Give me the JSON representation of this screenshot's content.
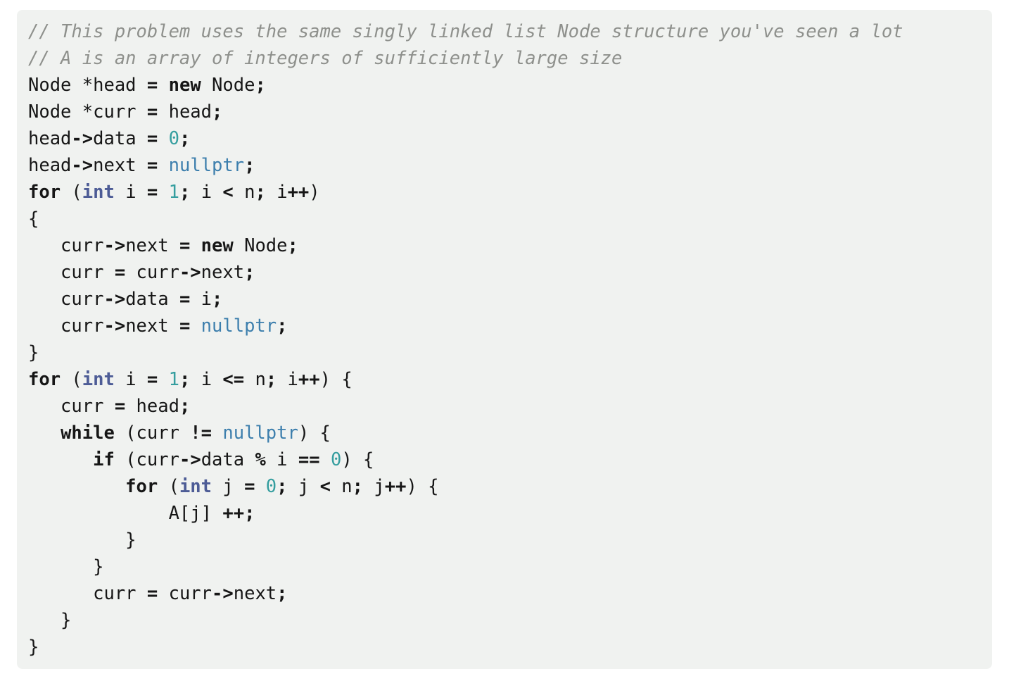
{
  "page": {
    "background": "#ffffff"
  },
  "code_block": {
    "background": "#f0f2f0",
    "text_color": "#161616",
    "token_colors": {
      "plain": "#161616",
      "comment": "#8e908c",
      "keyword": "#161616",
      "type": "#4d5c96",
      "constant": "#3d7fad",
      "number": "#359e9f",
      "operator": "#161616"
    },
    "lines": [
      [
        {
          "c": "co",
          "t": "// This problem uses the same singly linked list Node structure you've seen a lot"
        }
      ],
      [
        {
          "c": "co",
          "t": "// A is an array of integers of sufficiently large size"
        }
      ],
      [
        {
          "c": "pl",
          "t": "Node *head "
        },
        {
          "c": "op",
          "t": "="
        },
        {
          "c": "pl",
          "t": " "
        },
        {
          "c": "kw",
          "t": "new"
        },
        {
          "c": "pl",
          "t": " Node"
        },
        {
          "c": "op",
          "t": ";"
        }
      ],
      [
        {
          "c": "pl",
          "t": "Node *curr "
        },
        {
          "c": "op",
          "t": "="
        },
        {
          "c": "pl",
          "t": " head"
        },
        {
          "c": "op",
          "t": ";"
        }
      ],
      [
        {
          "c": "pl",
          "t": "head"
        },
        {
          "c": "op",
          "t": "->"
        },
        {
          "c": "pl",
          "t": "data "
        },
        {
          "c": "op",
          "t": "="
        },
        {
          "c": "pl",
          "t": " "
        },
        {
          "c": "dv",
          "t": "0"
        },
        {
          "c": "op",
          "t": ";"
        }
      ],
      [
        {
          "c": "pl",
          "t": "head"
        },
        {
          "c": "op",
          "t": "->"
        },
        {
          "c": "pl",
          "t": "next "
        },
        {
          "c": "op",
          "t": "="
        },
        {
          "c": "pl",
          "t": " "
        },
        {
          "c": "cn",
          "t": "nullptr"
        },
        {
          "c": "op",
          "t": ";"
        }
      ],
      [
        {
          "c": "kw",
          "t": "for"
        },
        {
          "c": "pl",
          "t": " ("
        },
        {
          "c": "dt",
          "t": "int"
        },
        {
          "c": "pl",
          "t": " i "
        },
        {
          "c": "op",
          "t": "="
        },
        {
          "c": "pl",
          "t": " "
        },
        {
          "c": "dv",
          "t": "1"
        },
        {
          "c": "op",
          "t": ";"
        },
        {
          "c": "pl",
          "t": " i "
        },
        {
          "c": "op",
          "t": "<"
        },
        {
          "c": "pl",
          "t": " n"
        },
        {
          "c": "op",
          "t": ";"
        },
        {
          "c": "pl",
          "t": " i"
        },
        {
          "c": "op",
          "t": "++"
        },
        {
          "c": "pl",
          "t": ")"
        }
      ],
      [
        {
          "c": "pl",
          "t": "{"
        }
      ],
      [
        {
          "c": "pl",
          "t": "   curr"
        },
        {
          "c": "op",
          "t": "->"
        },
        {
          "c": "pl",
          "t": "next "
        },
        {
          "c": "op",
          "t": "="
        },
        {
          "c": "pl",
          "t": " "
        },
        {
          "c": "kw",
          "t": "new"
        },
        {
          "c": "pl",
          "t": " Node"
        },
        {
          "c": "op",
          "t": ";"
        }
      ],
      [
        {
          "c": "pl",
          "t": "   curr "
        },
        {
          "c": "op",
          "t": "="
        },
        {
          "c": "pl",
          "t": " curr"
        },
        {
          "c": "op",
          "t": "->"
        },
        {
          "c": "pl",
          "t": "next"
        },
        {
          "c": "op",
          "t": ";"
        }
      ],
      [
        {
          "c": "pl",
          "t": "   curr"
        },
        {
          "c": "op",
          "t": "->"
        },
        {
          "c": "pl",
          "t": "data "
        },
        {
          "c": "op",
          "t": "="
        },
        {
          "c": "pl",
          "t": " i"
        },
        {
          "c": "op",
          "t": ";"
        }
      ],
      [
        {
          "c": "pl",
          "t": "   curr"
        },
        {
          "c": "op",
          "t": "->"
        },
        {
          "c": "pl",
          "t": "next "
        },
        {
          "c": "op",
          "t": "="
        },
        {
          "c": "pl",
          "t": " "
        },
        {
          "c": "cn",
          "t": "nullptr"
        },
        {
          "c": "op",
          "t": ";"
        }
      ],
      [
        {
          "c": "pl",
          "t": "}"
        }
      ],
      [
        {
          "c": "kw",
          "t": "for"
        },
        {
          "c": "pl",
          "t": " ("
        },
        {
          "c": "dt",
          "t": "int"
        },
        {
          "c": "pl",
          "t": " i "
        },
        {
          "c": "op",
          "t": "="
        },
        {
          "c": "pl",
          "t": " "
        },
        {
          "c": "dv",
          "t": "1"
        },
        {
          "c": "op",
          "t": ";"
        },
        {
          "c": "pl",
          "t": " i "
        },
        {
          "c": "op",
          "t": "<="
        },
        {
          "c": "pl",
          "t": " n"
        },
        {
          "c": "op",
          "t": ";"
        },
        {
          "c": "pl",
          "t": " i"
        },
        {
          "c": "op",
          "t": "++"
        },
        {
          "c": "pl",
          "t": ") {"
        }
      ],
      [
        {
          "c": "pl",
          "t": "   curr "
        },
        {
          "c": "op",
          "t": "="
        },
        {
          "c": "pl",
          "t": " head"
        },
        {
          "c": "op",
          "t": ";"
        }
      ],
      [
        {
          "c": "pl",
          "t": "   "
        },
        {
          "c": "kw",
          "t": "while"
        },
        {
          "c": "pl",
          "t": " (curr "
        },
        {
          "c": "op",
          "t": "!="
        },
        {
          "c": "pl",
          "t": " "
        },
        {
          "c": "cn",
          "t": "nullptr"
        },
        {
          "c": "pl",
          "t": ") {"
        }
      ],
      [
        {
          "c": "pl",
          "t": "      "
        },
        {
          "c": "kw",
          "t": "if"
        },
        {
          "c": "pl",
          "t": " (curr"
        },
        {
          "c": "op",
          "t": "->"
        },
        {
          "c": "pl",
          "t": "data "
        },
        {
          "c": "op",
          "t": "%"
        },
        {
          "c": "pl",
          "t": " i "
        },
        {
          "c": "op",
          "t": "=="
        },
        {
          "c": "pl",
          "t": " "
        },
        {
          "c": "dv",
          "t": "0"
        },
        {
          "c": "pl",
          "t": ") {"
        }
      ],
      [
        {
          "c": "pl",
          "t": "         "
        },
        {
          "c": "kw",
          "t": "for"
        },
        {
          "c": "pl",
          "t": " ("
        },
        {
          "c": "dt",
          "t": "int"
        },
        {
          "c": "pl",
          "t": " j "
        },
        {
          "c": "op",
          "t": "="
        },
        {
          "c": "pl",
          "t": " "
        },
        {
          "c": "dv",
          "t": "0"
        },
        {
          "c": "op",
          "t": ";"
        },
        {
          "c": "pl",
          "t": " j "
        },
        {
          "c": "op",
          "t": "<"
        },
        {
          "c": "pl",
          "t": " n"
        },
        {
          "c": "op",
          "t": ";"
        },
        {
          "c": "pl",
          "t": " j"
        },
        {
          "c": "op",
          "t": "++"
        },
        {
          "c": "pl",
          "t": ") {"
        }
      ],
      [
        {
          "c": "pl",
          "t": "             A[j] "
        },
        {
          "c": "op",
          "t": "++"
        },
        {
          "c": "op",
          "t": ";"
        }
      ],
      [
        {
          "c": "pl",
          "t": "         }"
        }
      ],
      [
        {
          "c": "pl",
          "t": "      }"
        }
      ],
      [
        {
          "c": "pl",
          "t": "      curr "
        },
        {
          "c": "op",
          "t": "="
        },
        {
          "c": "pl",
          "t": " curr"
        },
        {
          "c": "op",
          "t": "->"
        },
        {
          "c": "pl",
          "t": "next"
        },
        {
          "c": "op",
          "t": ";"
        }
      ],
      [
        {
          "c": "pl",
          "t": "   }"
        }
      ],
      [
        {
          "c": "pl",
          "t": "}"
        }
      ]
    ]
  }
}
